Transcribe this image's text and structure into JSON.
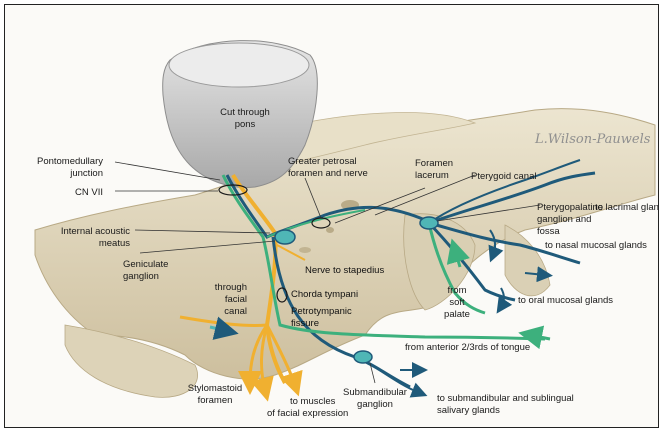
{
  "signature": "L.Wilson-Pauwels",
  "labels": {
    "cut_pons_1": "Cut through",
    "cut_pons_2": "pons",
    "pontomedullary_1": "Pontomedullary",
    "pontomedullary_2": "junction",
    "cn_vii": "CN VII",
    "internal_acoustic_1": "Internal acoustic",
    "internal_acoustic_2": "meatus",
    "geniculate_1": "Geniculate",
    "geniculate_2": "ganglion",
    "through_facial_1": "through",
    "through_facial_2": "facial",
    "through_facial_3": "canal",
    "greater_petrosal_1": "Greater petrosal",
    "greater_petrosal_2": "foramen and nerve",
    "foramen_lacerum_1": "Foramen",
    "foramen_lacerum_2": "lacerum",
    "pterygoid_canal": "Pterygoid canal",
    "pterygopalatine_1": "Pterygopalatine",
    "pterygopalatine_2": "ganglion and",
    "pterygopalatine_3": "fossa",
    "nerve_stapedius": "Nerve to stapedius",
    "chorda_tympani": "Chorda tympani",
    "petrotympanic_1": "Petrotympanic",
    "petrotympanic_2": "fissure",
    "lacrimal": "to lacrimal gland",
    "nasal": "to nasal mucosal glands",
    "oral": "to oral mucosal glands",
    "soft_palate_1": "from",
    "soft_palate_2": "soft",
    "soft_palate_3": "palate",
    "anterior_tongue": "from anterior 2/3rds of tongue",
    "stylomastoid_1": "Stylomastoid",
    "stylomastoid_2": "foramen",
    "facial_expr_1": "to muscles",
    "facial_expr_2": "of facial expression",
    "submandibular_1": "Submandibular",
    "submandibular_2": "ganglion",
    "salivary_1": "to submandibular and sublingual",
    "salivary_2": "salivary glands"
  },
  "colors": {
    "bone": "#e4dcc4",
    "bone_shadow": "#c7bb9c",
    "pons": "#cfcfcf",
    "motor_yellow": "#f0b030",
    "parasympathetic_blue": "#1f5a7a",
    "sensory_green": "#3db07d",
    "ganglion_teal": "#4fb6b6"
  }
}
